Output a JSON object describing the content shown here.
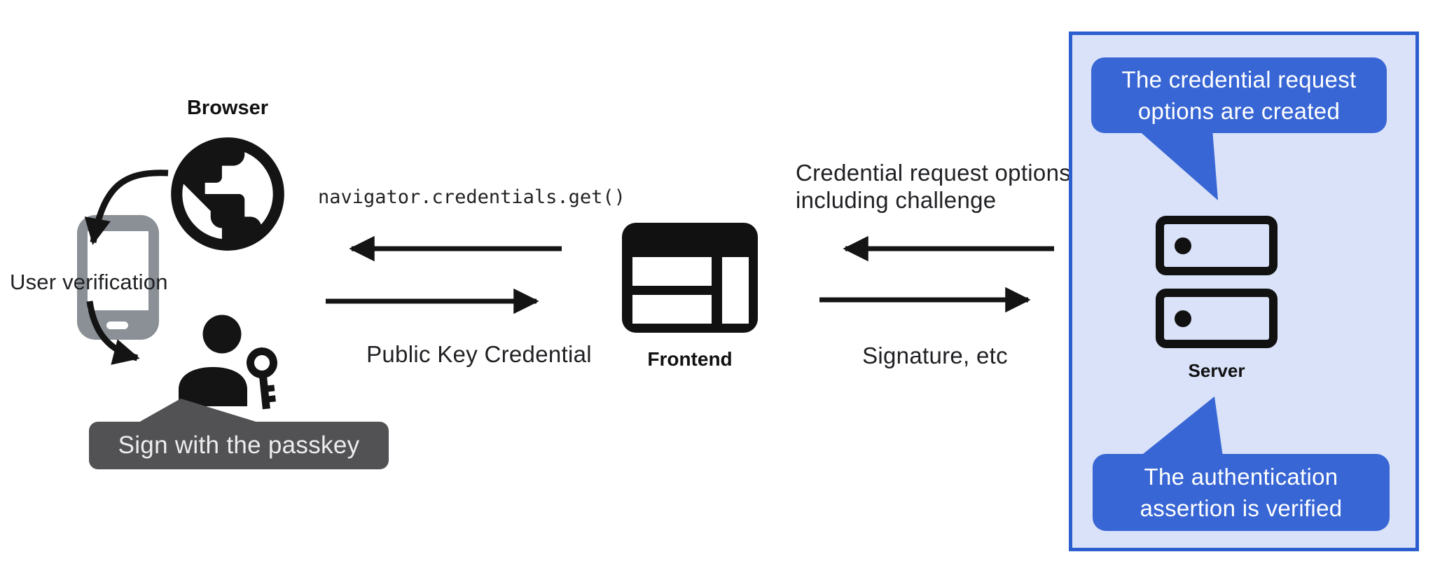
{
  "browser": {
    "label": "Browser",
    "user_verification": "User verification",
    "passkey_tooltip": "Sign with the passkey"
  },
  "frontend": {
    "label": "Frontend"
  },
  "server_panel": {
    "server_label": "Server",
    "top_bubble_line1": "The credential request",
    "top_bubble_line2": "options are created",
    "bottom_bubble_line1": "The authentication",
    "bottom_bubble_line2": "assertion is verified"
  },
  "messages": {
    "get_call": "navigator.credentials.get()",
    "public_key_credential": "Public Key Credential",
    "credential_request_line1": "Credential request options,",
    "credential_request_line2": "including challenge",
    "signature": "Signature, etc"
  },
  "colors": {
    "bubble_blue": "#3866d4",
    "panel_bg": "#d9e2f9",
    "panel_border": "#2d5ecf",
    "tooltip_gray": "#525254",
    "phone_gray": "#8a9096",
    "ink": "#141414",
    "text": "#202124"
  }
}
